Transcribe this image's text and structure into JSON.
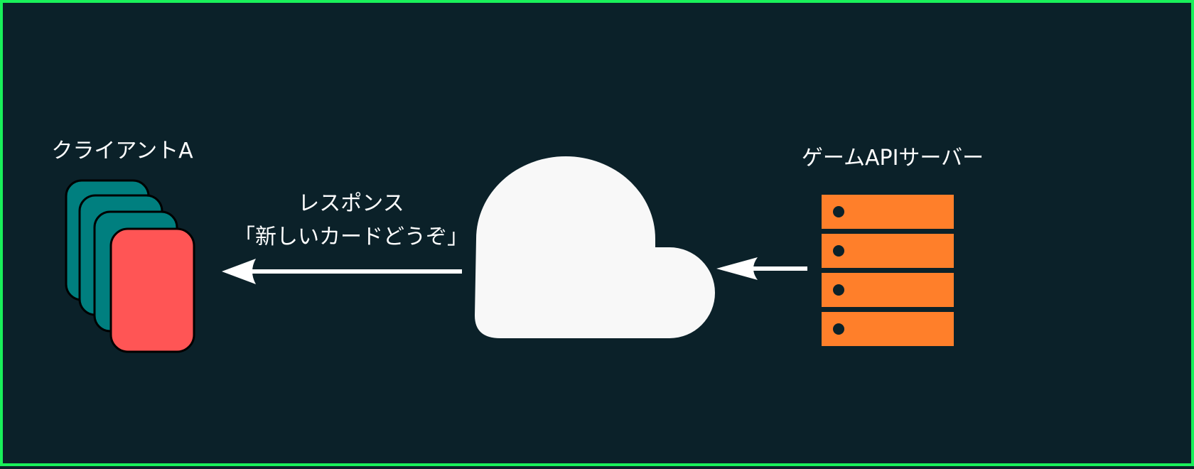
{
  "labels": {
    "client": "クライアントA",
    "server": "ゲームAPIサーバー",
    "response_line1": "レスポンス",
    "response_line2": "「新しいカードどうぞ」"
  },
  "colors": {
    "background": "#0b2129",
    "frame_border": "#19f05a",
    "card_back": "#007f7f",
    "card_front": "#ff5555",
    "cloud": "#f8f8f8",
    "server": "#ff7f2a",
    "arrow": "#ffffff"
  },
  "icons": {
    "client": "card-stack-icon",
    "network": "cloud-icon",
    "server": "server-rack-icon"
  }
}
